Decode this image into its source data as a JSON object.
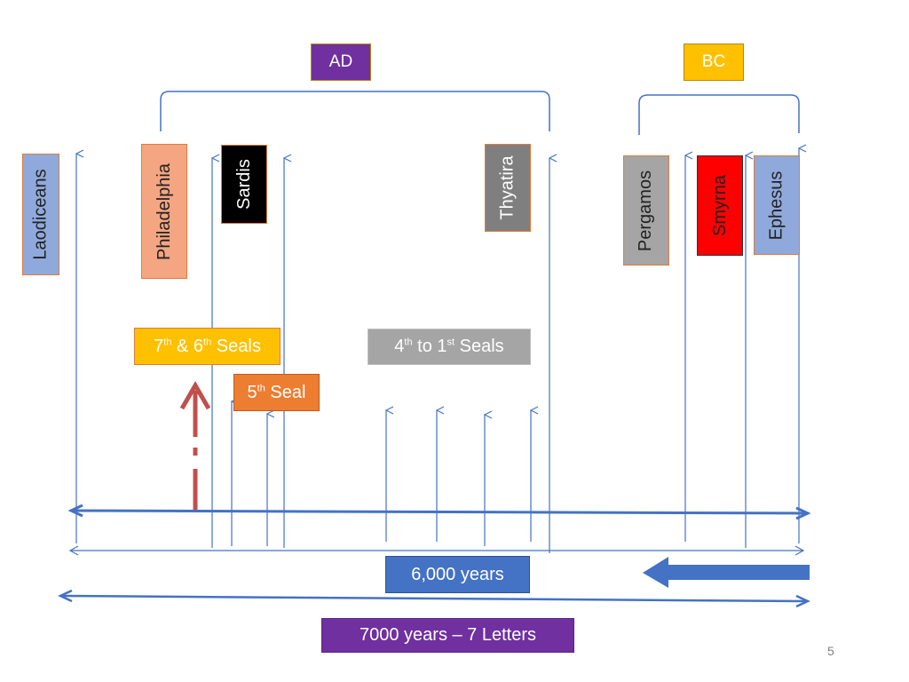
{
  "eras": {
    "ad": "AD",
    "bc": "BC"
  },
  "letters": {
    "laodiceans": "Laodiceans",
    "philadelphia": "Philadelphia",
    "sardis": "Sardis",
    "thyatira": "Thyatira",
    "pergamos": "Pergamos",
    "smyrna": "Smyrna",
    "ephesus": "Ephesus"
  },
  "seals": {
    "seals_7_6": {
      "a": "7",
      "a_sup": "th",
      "mid": " & 6",
      "b_sup": "th",
      "end": " Seals"
    },
    "seals_4_1": {
      "a": "4",
      "a_sup": "th",
      "mid": " to 1",
      "b_sup": "st",
      "end": " Seals"
    },
    "seal_5": {
      "a": "5",
      "a_sup": "th",
      "end": " Seal"
    }
  },
  "timeline": {
    "years_6000": "6,000 years",
    "years_7000": "7000 years – 7 Letters"
  },
  "page_number": "5",
  "colors": {
    "line_blue": "#4472c4",
    "ad_purple": "#7030a0",
    "bc_gold": "#ffc000",
    "seal_orange": "#ed7d31",
    "smyrna_red": "#ff0000",
    "dashed_arrow_red": "#c0504d"
  }
}
